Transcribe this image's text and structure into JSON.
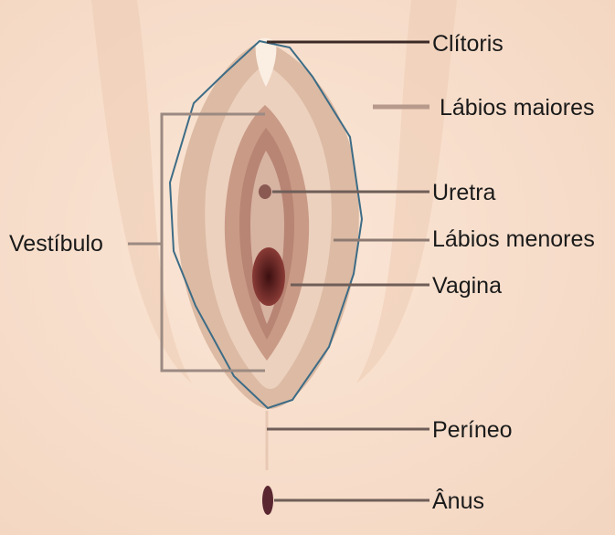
{
  "labels": {
    "clitoris": "Clítoris",
    "labia_majora": "Lábios maiores",
    "urethra": "Uretra",
    "labia_minora": "Lábios menores",
    "vagina": "Vagina",
    "vestibule": "Vestíbulo",
    "perineum": "Períneo",
    "anus": "Ânus"
  },
  "colors": {
    "skin_background": "#f7e2d0",
    "outer_region": "#dcbaa3",
    "inner_fold": "#c99a86",
    "vagina_opening": "#5a1c1c",
    "outline": "#3d6c86",
    "leader_line": "#6f5e58",
    "text": "#1a1a1a"
  }
}
